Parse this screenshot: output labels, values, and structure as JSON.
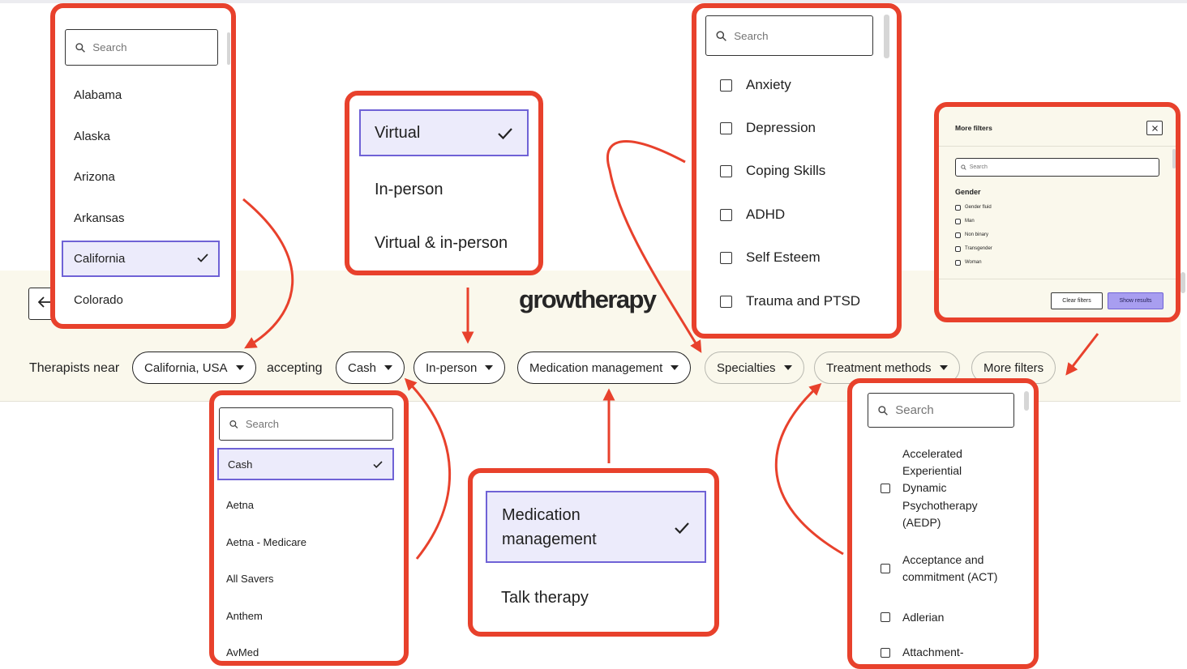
{
  "colors": {
    "accent": "#e8412c",
    "selection": "#6f62d6",
    "selection_bg": "#ecebfb",
    "band": "#faf8ec"
  },
  "header": {
    "logo": "growtherapy",
    "back_icon": "arrow-left-icon"
  },
  "filter_bar": {
    "prefix": "Therapists near",
    "location": "California, USA",
    "middle": "accepting",
    "payment": "Cash",
    "format": "In-person",
    "service": "Medication management",
    "specialties": "Specialties",
    "treatment": "Treatment methods",
    "more": "More filters"
  },
  "states_dropdown": {
    "search_placeholder": "Search",
    "items": [
      "Alabama",
      "Alaska",
      "Arizona",
      "Arkansas",
      "California",
      "Colorado"
    ],
    "selected": "California"
  },
  "format_dropdown": {
    "items": [
      "Virtual",
      "In-person",
      "Virtual & in-person"
    ],
    "selected": "Virtual"
  },
  "specialties_dropdown": {
    "search_placeholder": "Search",
    "items": [
      "Anxiety",
      "Depression",
      "Coping Skills",
      "ADHD",
      "Self Esteem",
      "Trauma and PTSD"
    ]
  },
  "more_filters": {
    "title": "More filters",
    "search_placeholder": "Search",
    "section": "Gender",
    "options": [
      "Gender fluid",
      "Man",
      "Non binary",
      "Transgender",
      "Woman"
    ],
    "clear_label": "Clear filters",
    "show_label": "Show results"
  },
  "payment_dropdown": {
    "search_placeholder": "Search",
    "items": [
      "Cash",
      "Aetna",
      "Aetna - Medicare",
      "All Savers",
      "Anthem",
      "AvMed"
    ],
    "selected": "Cash"
  },
  "service_dropdown": {
    "items": [
      "Medication management",
      "Talk therapy"
    ],
    "selected": "Medication management"
  },
  "treatment_dropdown": {
    "search_placeholder": "Search",
    "items": [
      "Accelerated Experiential Dynamic Psychotherapy (AEDP)",
      "Acceptance and commitment (ACT)",
      "Adlerian",
      "Attachment-based"
    ]
  }
}
